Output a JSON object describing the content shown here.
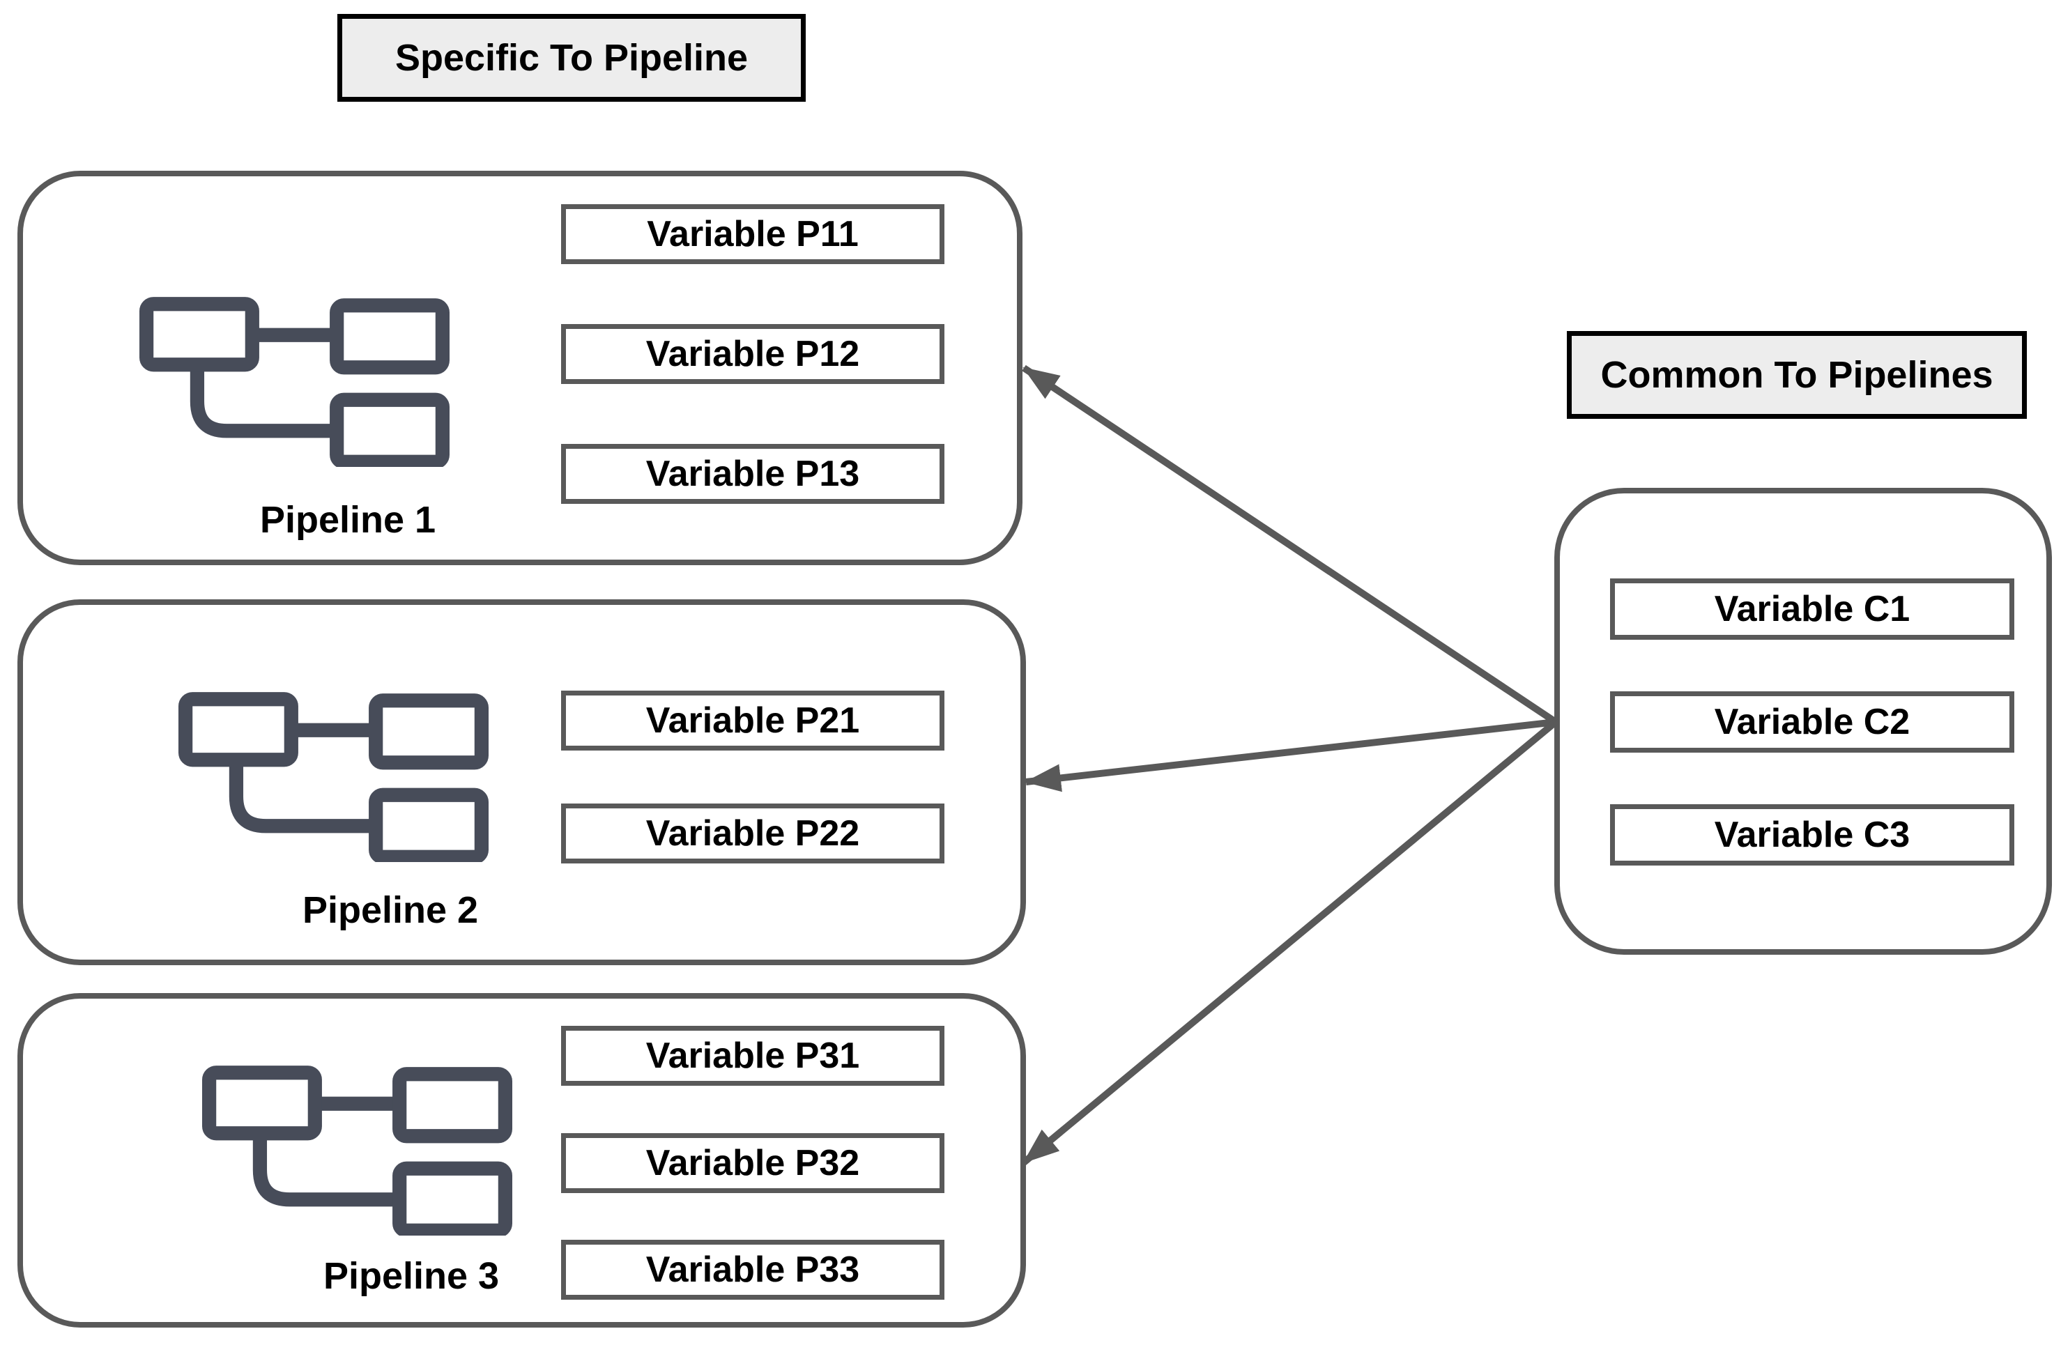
{
  "diagram": {
    "left_group_label": "Specific To Pipeline",
    "right_group_label": "Common To Pipelines",
    "pipelines": [
      {
        "name": "Pipeline 1",
        "icon": "pipeline-icon",
        "variables": [
          "Variable P11",
          "Variable P12",
          "Variable P13"
        ]
      },
      {
        "name": "Pipeline 2",
        "icon": "pipeline-icon",
        "variables": [
          "Variable P21",
          "Variable P22"
        ]
      },
      {
        "name": "Pipeline 3",
        "icon": "pipeline-icon",
        "variables": [
          "Variable P31",
          "Variable P32",
          "Variable P33"
        ]
      }
    ],
    "common": {
      "variables": [
        "Variable C1",
        "Variable C2",
        "Variable C3"
      ]
    },
    "arrows": [
      {
        "from": "Common To Pipelines",
        "to": "Pipeline 1",
        "direction": "right-to-left",
        "head": "solid-triangle"
      },
      {
        "from": "Common To Pipelines",
        "to": "Pipeline 2",
        "direction": "right-to-left",
        "head": "solid-triangle"
      },
      {
        "from": "Common To Pipelines",
        "to": "Pipeline 3",
        "direction": "right-to-left",
        "head": "solid-triangle"
      }
    ],
    "colors": {
      "background": "#ffffff",
      "container_stroke": "#595959",
      "variable_box_stroke": "#595959",
      "arrow": "#595959",
      "icon_stroke": "#474c59",
      "group_label_fill": "#ededed",
      "group_label_border": "#000000",
      "text": "#000000"
    }
  }
}
